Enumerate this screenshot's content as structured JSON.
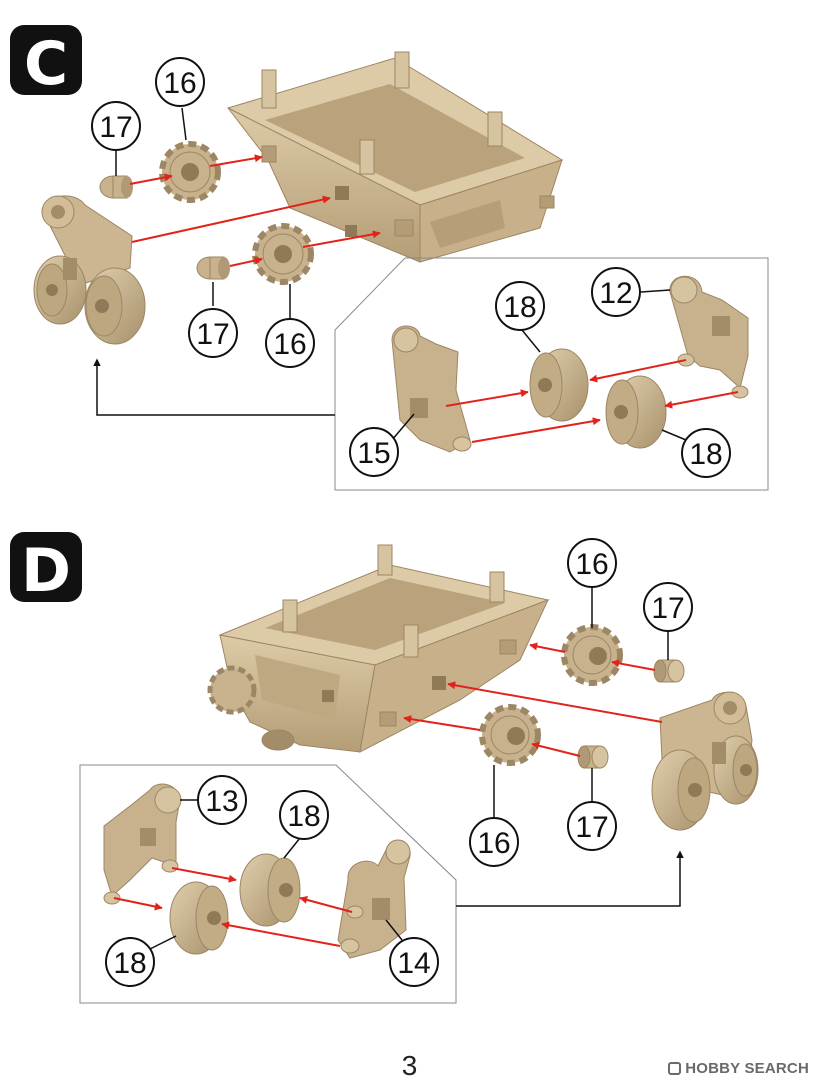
{
  "steps": [
    {
      "label": "C",
      "callouts": [
        {
          "part": "16",
          "role": "drive-sprocket"
        },
        {
          "part": "17",
          "role": "hub-cap"
        },
        {
          "part": "17",
          "role": "hub-cap"
        },
        {
          "part": "16",
          "role": "drive-sprocket"
        }
      ],
      "inset_callouts": [
        {
          "part": "18",
          "role": "road-wheel"
        },
        {
          "part": "12",
          "role": "suspension-arm"
        },
        {
          "part": "15",
          "role": "suspension-arm"
        },
        {
          "part": "18",
          "role": "road-wheel"
        }
      ]
    },
    {
      "label": "D",
      "callouts": [
        {
          "part": "16",
          "role": "drive-sprocket"
        },
        {
          "part": "17",
          "role": "hub-cap"
        },
        {
          "part": "16",
          "role": "drive-sprocket"
        },
        {
          "part": "17",
          "role": "hub-cap"
        }
      ],
      "inset_callouts": [
        {
          "part": "13",
          "role": "suspension-arm"
        },
        {
          "part": "18",
          "role": "road-wheel"
        },
        {
          "part": "18",
          "role": "road-wheel"
        },
        {
          "part": "14",
          "role": "suspension-arm"
        }
      ]
    }
  ],
  "page_number": "3",
  "watermark": "HOBBY SEARCH",
  "colors": {
    "part_beige": "#c8b28e",
    "part_light": "#ddccaa",
    "part_shadow": "#a38c68",
    "arrow_red": "#e2231a",
    "badge_bg": "#111111",
    "inset_border": "#8a8a8a"
  }
}
